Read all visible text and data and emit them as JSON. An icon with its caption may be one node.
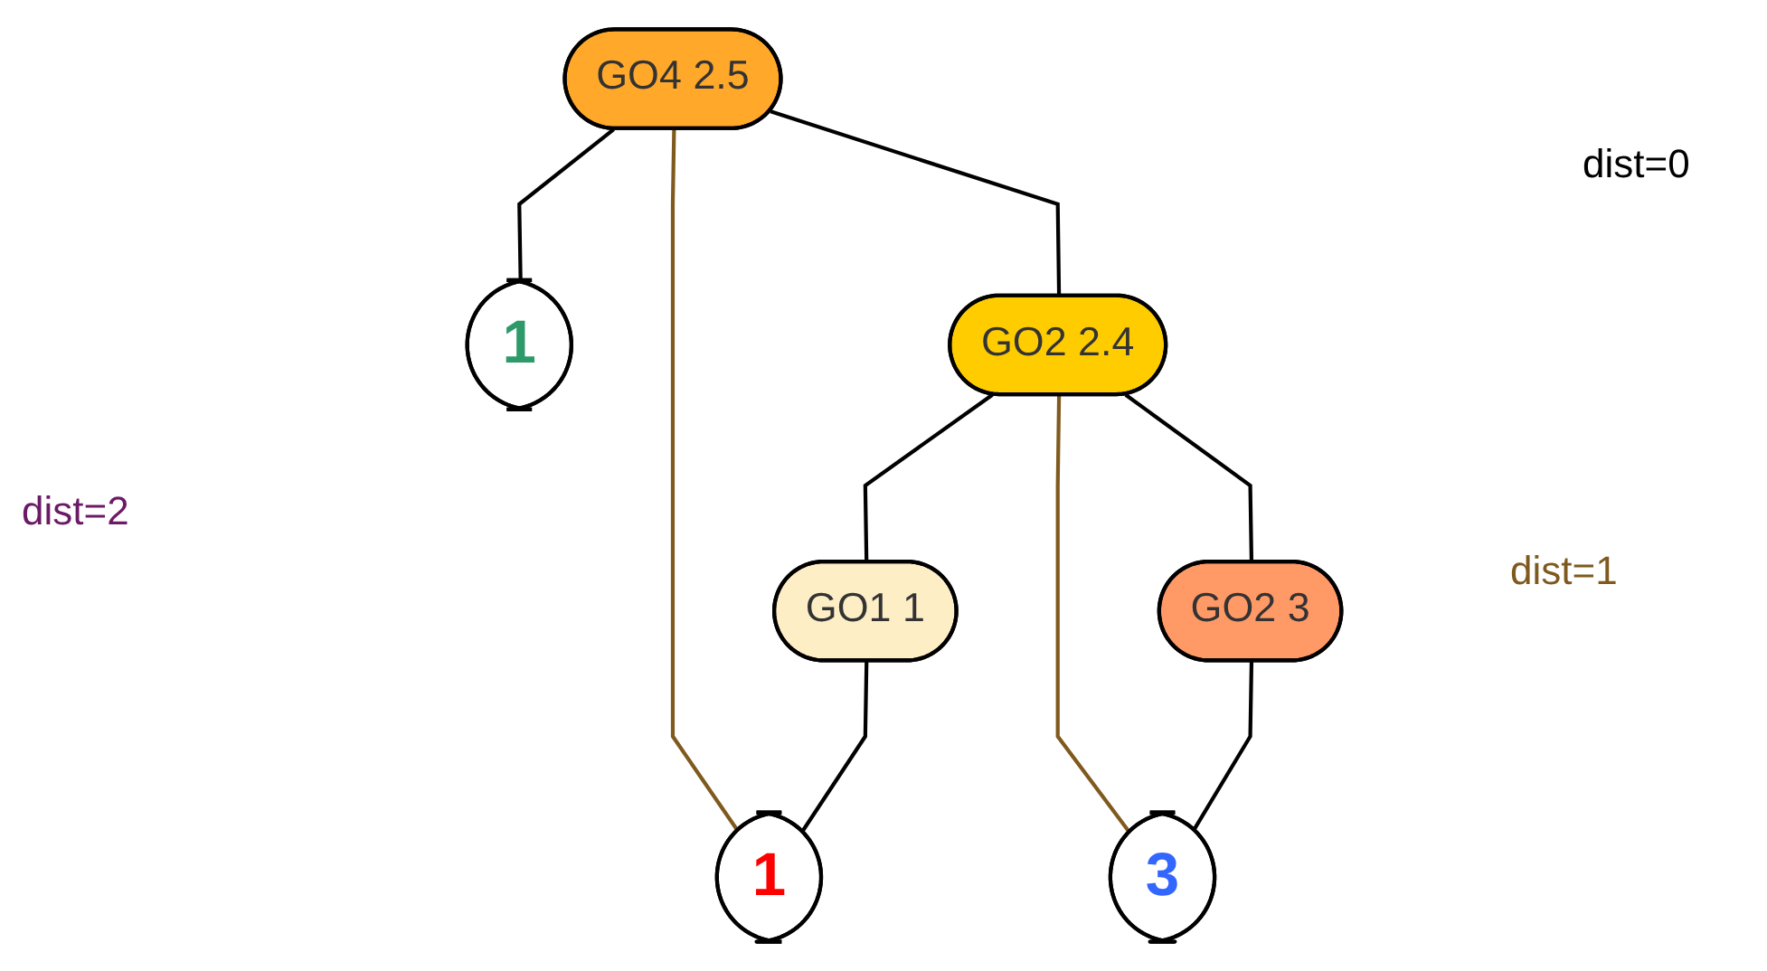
{
  "diagram": {
    "nodes": [
      {
        "text": [
          "GO4 2.5"
        ]
      },
      {
        "text": [
          "1"
        ]
      },
      {
        "text": [
          "GO2 2.4"
        ]
      },
      {
        "text": [
          "GO1 1"
        ]
      },
      {
        "text": [
          "GO2 3"
        ]
      },
      {
        "text": [
          "1"
        ]
      },
      {
        "text": [
          "3"
        ]
      }
    ],
    "edges": [
      {
        "from": 0,
        "to": 2,
        "arrow": "none"
      },
      {
        "from": 0,
        "to": 1,
        "arrow": "none"
      },
      {
        "from": 2,
        "to": 3,
        "arrow": "none"
      },
      {
        "from": 2,
        "to": 4,
        "arrow": "none"
      },
      {
        "from": 3,
        "to": 5,
        "arrow": "none"
      },
      {
        "from": 4,
        "to": 6,
        "arrow": "none"
      },
      {
        "from": 0,
        "to": 5,
        "arrow": "none",
        "color": "#7f5a1e"
      },
      {
        "from": 2,
        "to": 6,
        "arrow": "none",
        "color": "#7f5a1e"
      }
    ],
    "labels": [
      "dist=0",
      "dist=2",
      "dist=1"
    ]
  }
}
